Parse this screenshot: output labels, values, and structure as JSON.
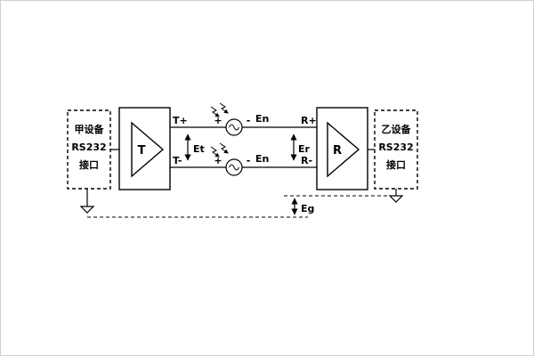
{
  "colors": {
    "stroke": "#000000",
    "background": "#ffffff"
  },
  "diagram": {
    "device_a": {
      "name": "甲设备",
      "iface": "RS232",
      "port": "接口"
    },
    "device_b": {
      "name": "乙设备",
      "iface": "RS232",
      "port": "接口"
    },
    "transmitter": {
      "label": "T"
    },
    "receiver": {
      "label": "R"
    },
    "lines": {
      "t_plus": "T+",
      "t_minus": "T-",
      "r_plus": "R+",
      "r_minus": "R-"
    },
    "voltages": {
      "et": "Et",
      "er": "Er",
      "eg": "Eg"
    },
    "noise_top": {
      "label": "En",
      "plus": "+",
      "minus": "-"
    },
    "noise_bottom": {
      "label": "En",
      "plus": "+",
      "minus": "-"
    }
  }
}
